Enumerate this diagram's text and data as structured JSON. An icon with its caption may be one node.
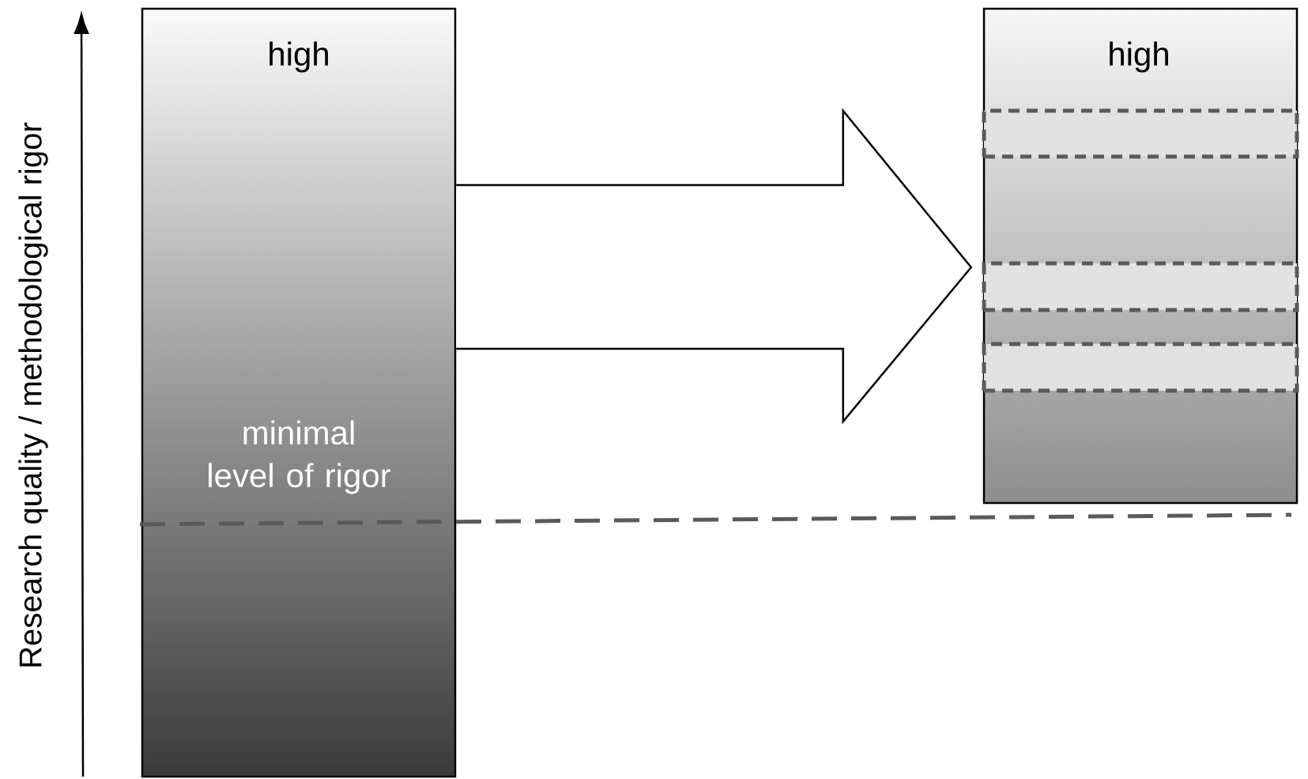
{
  "diagram": {
    "nodes": [
      {
        "text": [
          "high",
          "minimal level of rigor"
        ]
      },
      {
        "text": [
          "high"
        ]
      },
      {
        "text": [],
        "shape": "box",
        "in": 1
      },
      {
        "text": [],
        "shape": "box",
        "in": 1
      },
      {
        "text": [],
        "shape": "box",
        "in": 1
      }
    ],
    "edges": [
      {
        "from": 0,
        "to": 1,
        "arrow": "to"
      }
    ],
    "labels": [
      "Research quality / methodological rigor"
    ]
  }
}
